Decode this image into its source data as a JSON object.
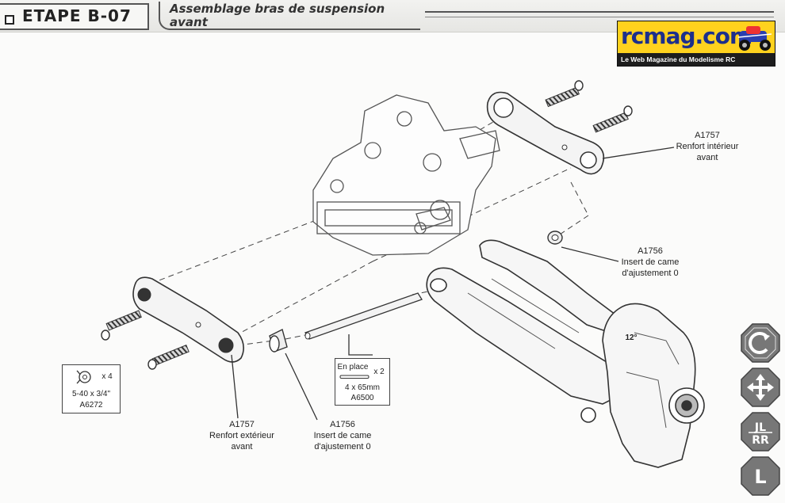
{
  "header": {
    "step": "ETAPE B-07",
    "title_line1": "Assemblage bras de suspension",
    "title_line2": "avant"
  },
  "logo": {
    "text": "rcmag.com",
    "tagline": "Le Web Magazine du Modelisme RC"
  },
  "labels": {
    "inner_brace": {
      "code": "A1757",
      "line1": "Renfort intérieur",
      "line2": "avant"
    },
    "outer_brace": {
      "code": "A1757",
      "line1": "Renfort extérieur",
      "line2": "avant"
    },
    "insert_right": {
      "code": "A1756",
      "line1": "Insert de came",
      "line2": "d'ajustement 0"
    },
    "insert_left": {
      "code": "A1756",
      "line1": "Insert de came",
      "line2": "d'ajustement 0"
    }
  },
  "screw_box": {
    "qty": "x 4",
    "size": "5-40 x 3/4\"",
    "code": "A6272"
  },
  "pin_box": {
    "title": "En place",
    "qty": "x 2",
    "size": "4 x 65mm",
    "code": "A6500"
  },
  "angle_mark": "12°",
  "nav": [
    {
      "name": "rotate-icon",
      "glyph": "C"
    },
    {
      "name": "move-icon",
      "glyph": "✥"
    },
    {
      "name": "mirror-icon",
      "glyph": "JL RR"
    },
    {
      "name": "left-icon",
      "glyph": "L"
    }
  ]
}
